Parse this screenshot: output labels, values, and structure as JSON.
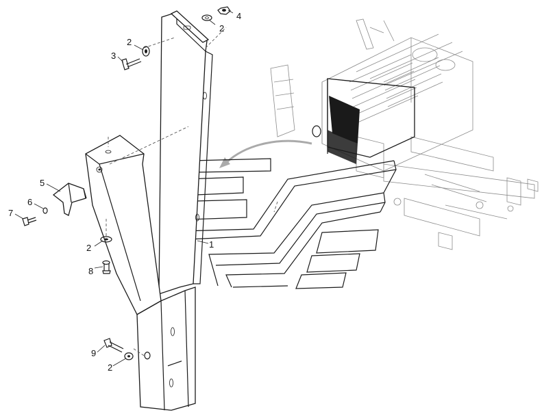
{
  "callouts": {
    "c1": "1",
    "c2a": "2",
    "c2b": "2",
    "c2c": "2",
    "c2d": "2",
    "c3": "3",
    "c4": "4",
    "c5": "5",
    "c6": "6",
    "c7": "7",
    "c8": "8",
    "c9": "9"
  },
  "colors": {
    "line": "#1a1a1a",
    "ghost": "#8a8a8a",
    "background": "#ffffff"
  }
}
